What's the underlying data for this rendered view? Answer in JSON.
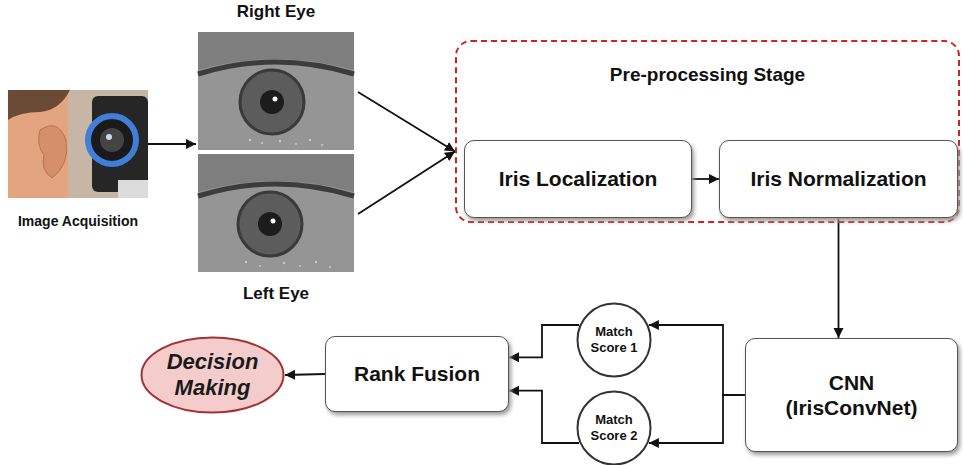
{
  "diagram": {
    "nodes": [
      {
        "text": [
          "Image Acquisition"
        ]
      },
      {
        "text": [
          "Right Eye",
          "Left Eye"
        ]
      },
      {
        "text": [
          "Pre-processing Stage"
        ]
      },
      {
        "text": [
          "Iris Localization"
        ],
        "in": 2
      },
      {
        "text": [
          "Iris Normalization"
        ],
        "in": 2
      },
      {
        "text": [
          "CNN (IrisConvNet)"
        ]
      },
      {
        "text": [
          "Match Score 1"
        ]
      },
      {
        "text": [
          "Match Score 2"
        ]
      },
      {
        "text": [
          "Rank Fusion"
        ]
      },
      {
        "text": [
          "Decision Making"
        ]
      }
    ],
    "edges": [
      {
        "from": 0,
        "to": 1,
        "arrow": "to"
      },
      {
        "from": 1,
        "to": 2,
        "arrow": "to"
      },
      {
        "from": 1,
        "to": 2,
        "arrow": "to"
      },
      {
        "from": 3,
        "to": 4,
        "arrow": "to"
      },
      {
        "from": 4,
        "to": 5,
        "arrow": "to"
      },
      {
        "from": 5,
        "to": 6,
        "arrow": "to"
      },
      {
        "from": 5,
        "to": 7,
        "arrow": "to"
      },
      {
        "from": 6,
        "to": 8,
        "arrow": "to"
      },
      {
        "from": 7,
        "to": 8,
        "arrow": "to"
      },
      {
        "from": 8,
        "to": 9,
        "arrow": "to"
      }
    ]
  }
}
